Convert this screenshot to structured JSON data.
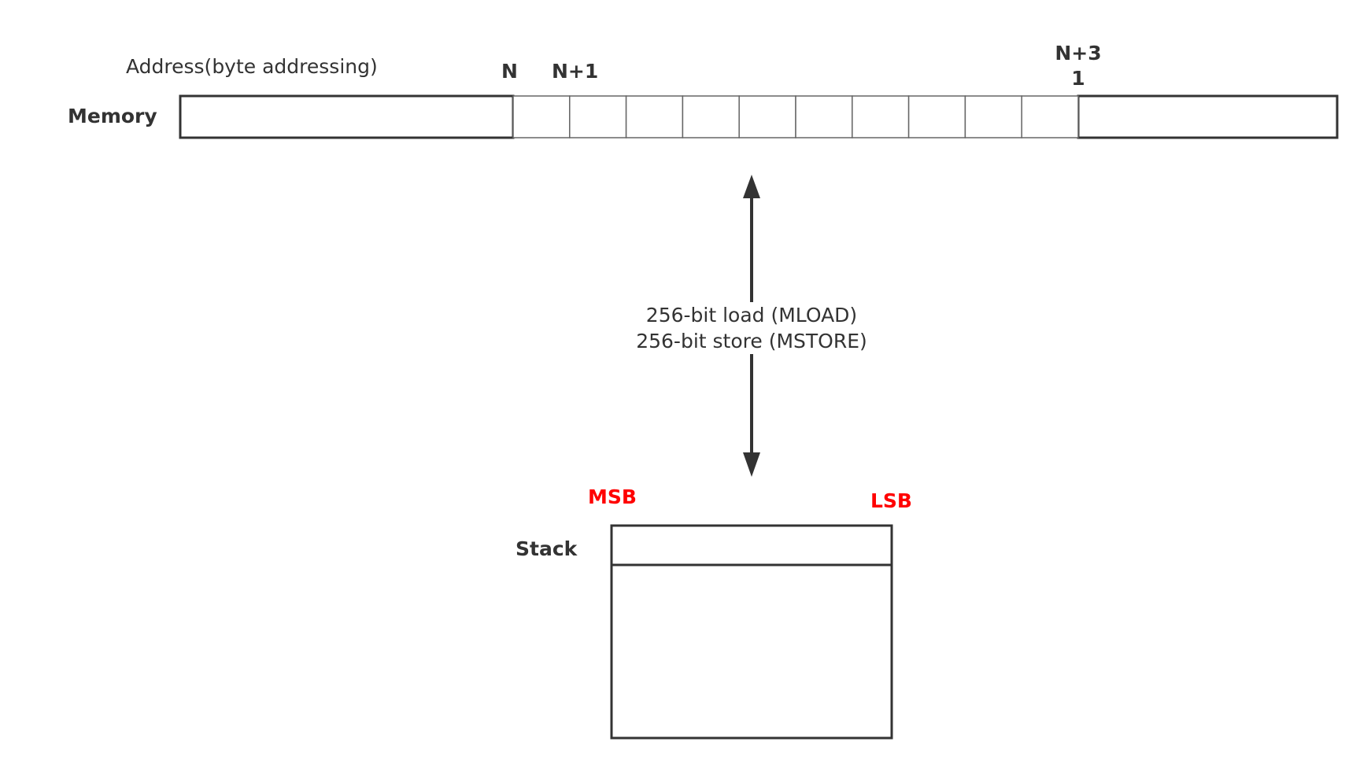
{
  "memory": {
    "label": "Memory",
    "address_caption": "Address(byte addressing)",
    "address_labels": {
      "n": "N",
      "n_plus_1": "N+1",
      "n_plus_31_line1": "N+3",
      "n_plus_31_line2": "1"
    },
    "byte_cells_shown": 10
  },
  "transfer": {
    "load_label": "256-bit load (MLOAD)",
    "store_label": "256-bit store (MSTORE)"
  },
  "stack": {
    "label": "Stack",
    "msb_label": "MSB",
    "lsb_label": "LSB"
  },
  "colors": {
    "text": "#333333",
    "stroke": "#333333",
    "cell_stroke": "#666666",
    "bit_labels": "#ff0000",
    "background": "#ffffff"
  }
}
